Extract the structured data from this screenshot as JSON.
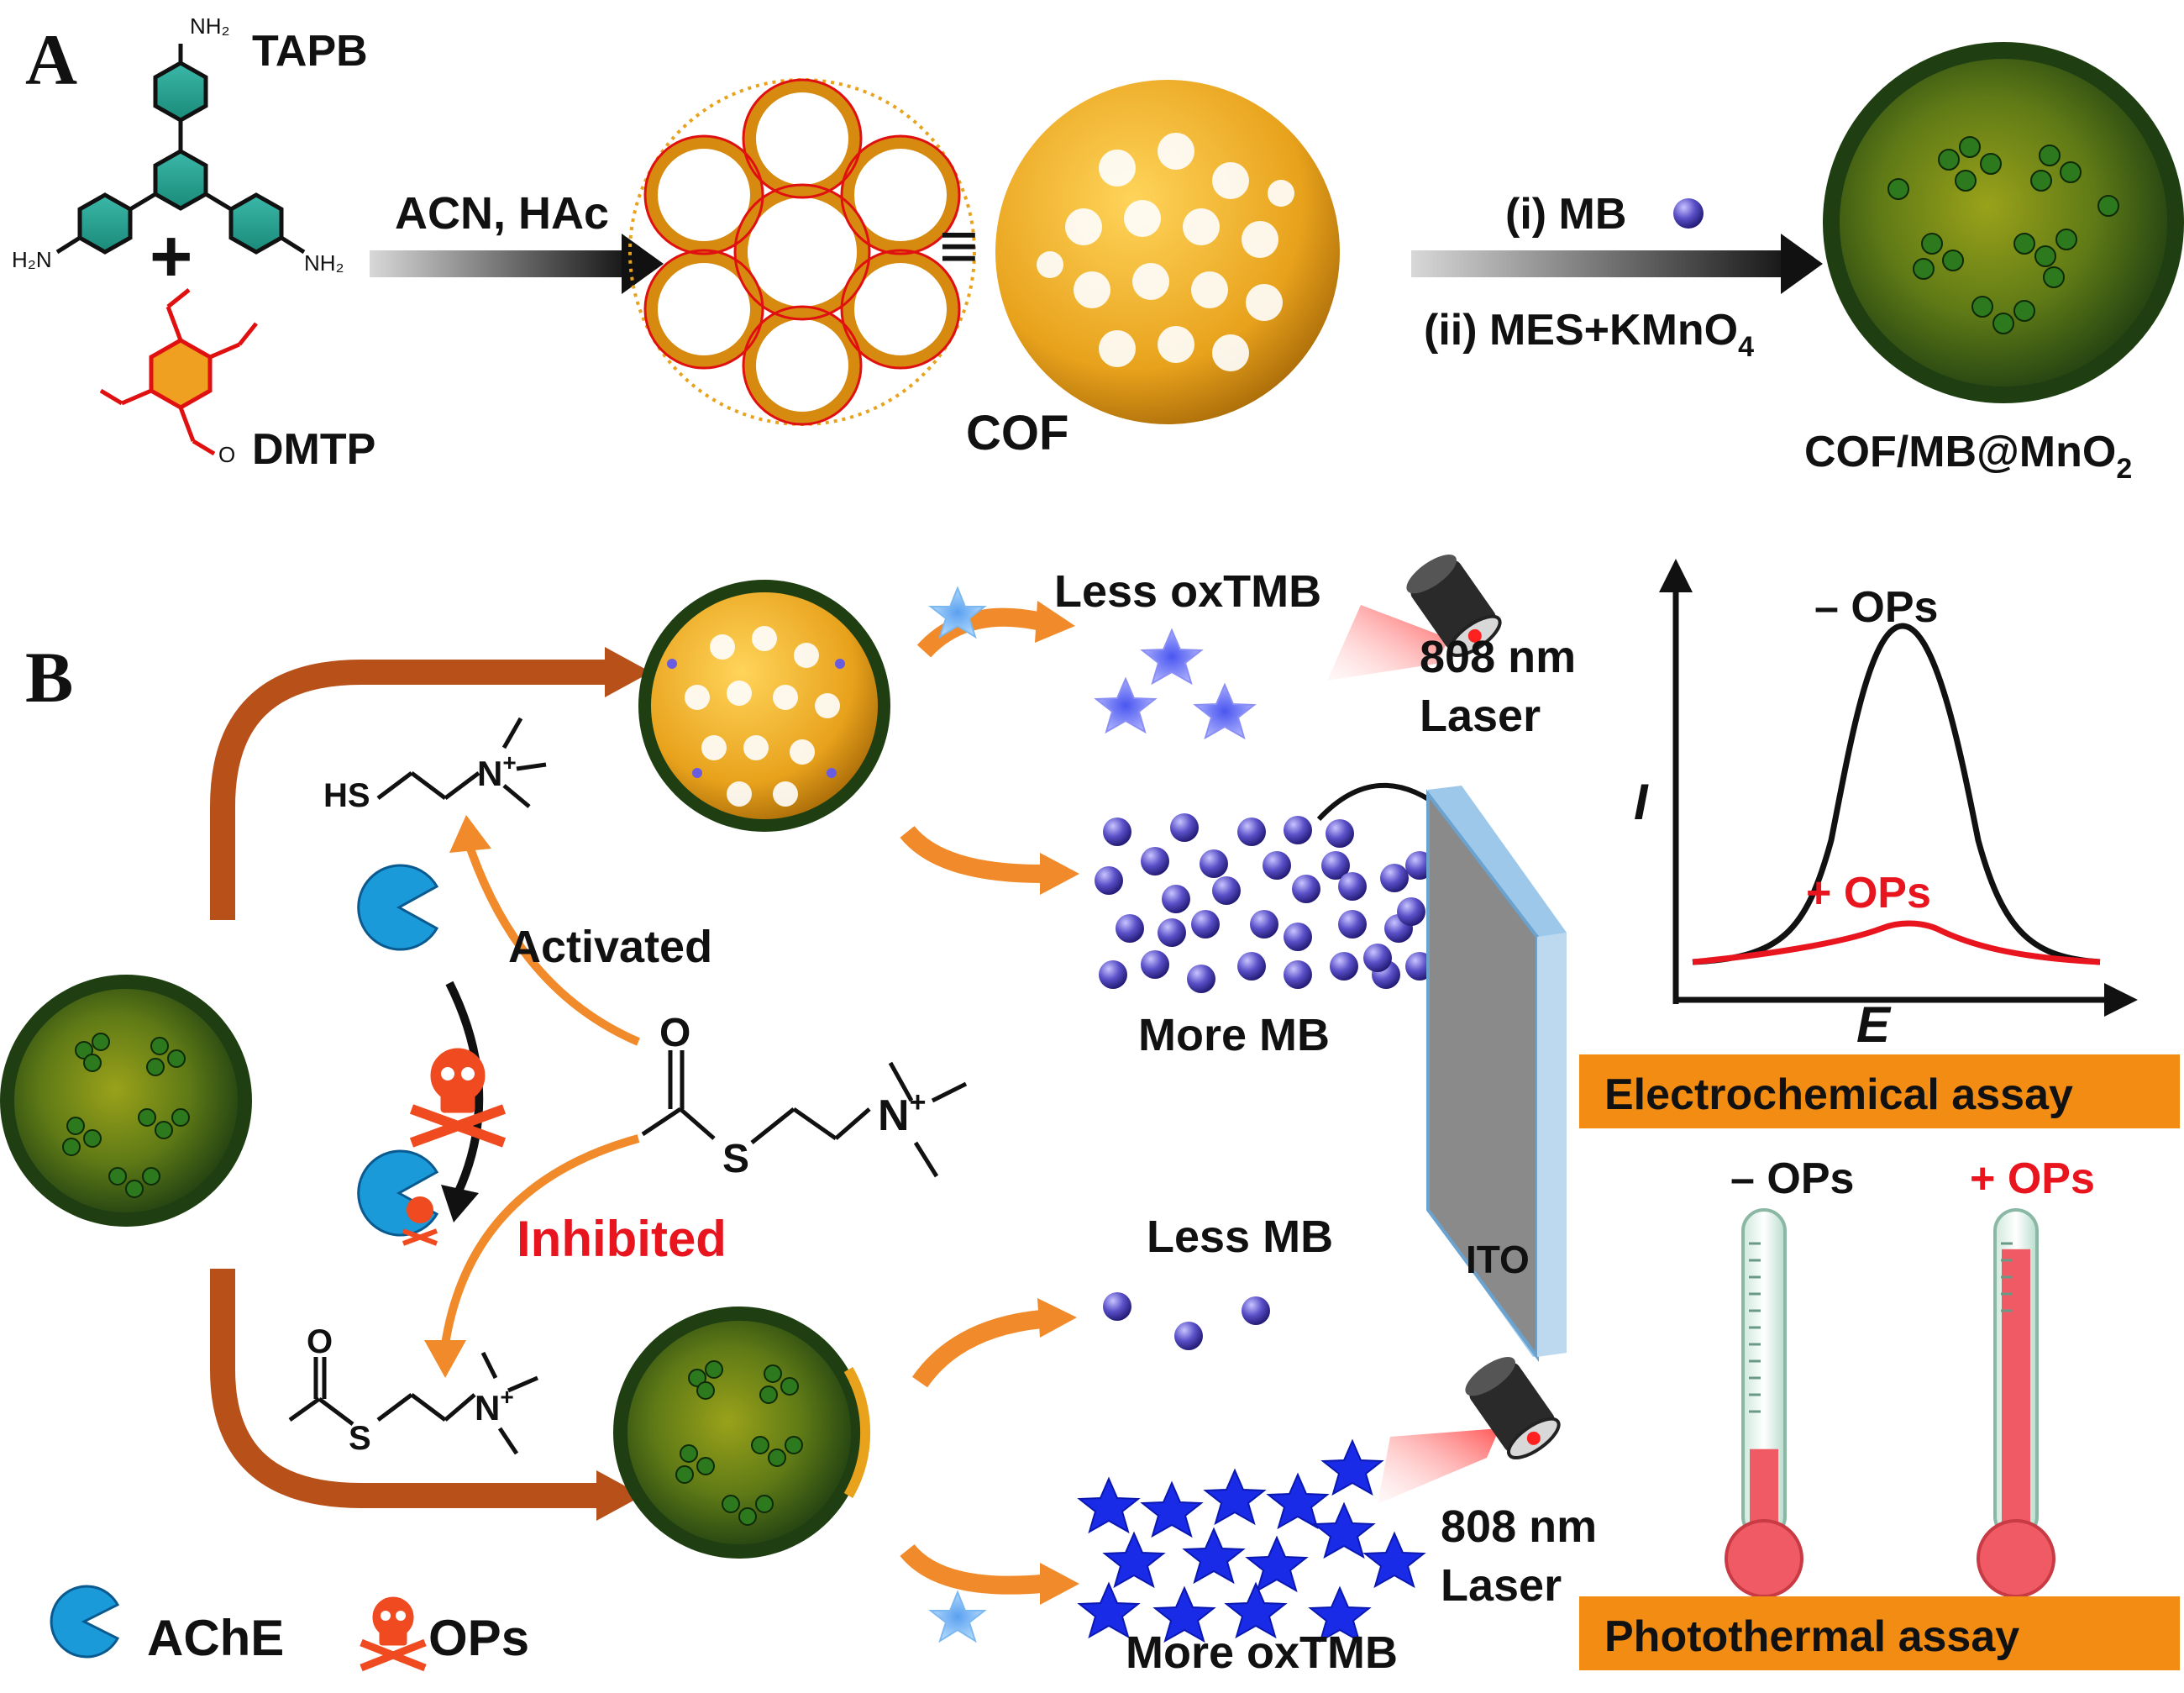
{
  "panels": {
    "a": "A",
    "b": "B"
  },
  "section_a": {
    "tapb_label": "TAPB",
    "dmtp_label": "DMTP",
    "nh2": "NH₂",
    "h2n": "H₂N",
    "arrow1_label": "ACN, HAc",
    "cof_label": "COF",
    "step_i": "(i) MB",
    "step_ii": "(ii) MES+KMnO",
    "step_ii_sub": "4",
    "product_label": "COF/MB@MnO",
    "product_sub": "2"
  },
  "section_b": {
    "less_oxtmb": "Less oxTMB",
    "laser_top_nm": "808 nm",
    "laser_top_word": "Laser",
    "more_mb": "More MB",
    "less_mb": "Less MB",
    "more_oxtmb": "More oxTMB",
    "laser_bottom_nm": "808 nm",
    "laser_bottom_word": "Laser",
    "activated": "Activated",
    "inhibited": "Inhibited",
    "ito": "ITO",
    "hs": "HS",
    "o_atom": "O",
    "s_atom": "S",
    "n_plus": "N",
    "plus": "+",
    "graph": {
      "y_axis": "I",
      "x_axis": "E",
      "curve_minus": "– OPs",
      "curve_plus": "+ OPs"
    },
    "electrochemical_assay": "Electrochemical assay",
    "thermo_minus": "– OPs",
    "thermo_plus": "+ OPs",
    "photothermal_assay": "Photothermal assay",
    "legend_ache": "AChE",
    "legend_ops": "OPs"
  },
  "colors": {
    "arrow_brown": "#b8501a",
    "arrow_orange": "#f08a2a",
    "inhibited_red": "#e8141e",
    "assay_box": "#f28c12",
    "mb_blue": "#3a2fa8",
    "star_blue": "#1a2be8",
    "cof_gold": "#e8a21c",
    "shell_green": "#2c5a1a"
  },
  "thermometers": {
    "minus_ops_fill_fraction": 0.27,
    "plus_ops_fill_fraction": 0.88
  }
}
